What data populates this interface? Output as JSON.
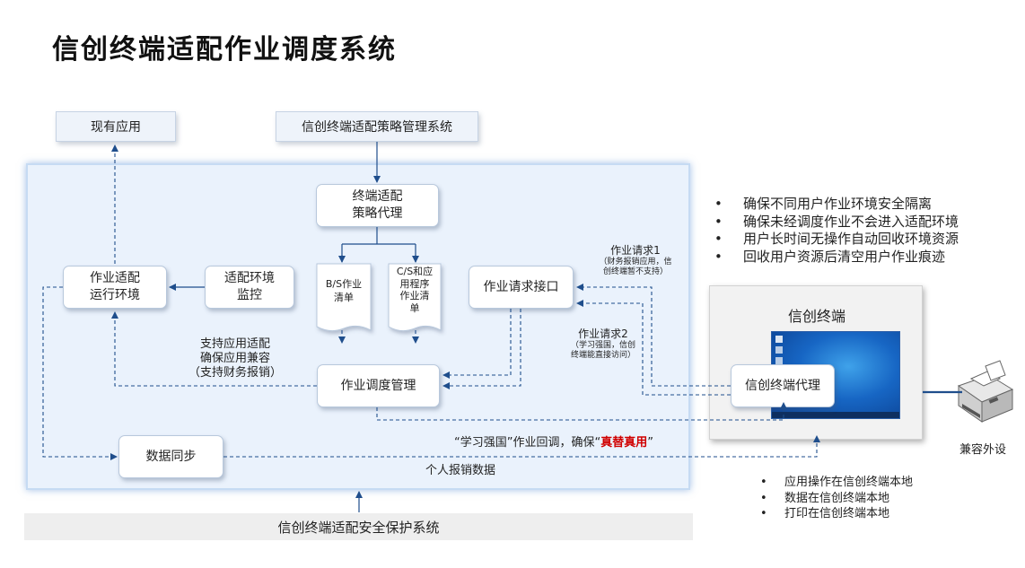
{
  "title": "信创终端适配作业调度系统",
  "existing_apps": "现有应用",
  "policy_system": "信创终端适配策略管理系统",
  "policy_agent": {
    "line1": "终端适配",
    "line2": "策略代理"
  },
  "bs_list": {
    "line1": "B/S作业",
    "line2": "清单"
  },
  "cs_list": {
    "line1": "C/S和应",
    "line2": "用程序",
    "line3": "作业清",
    "line4": "单"
  },
  "run_env": {
    "line1": "作业适配",
    "line2": "运行环境"
  },
  "env_monitor": {
    "line1": "适配环境",
    "line2": "监控"
  },
  "request_api": "作业请求接口",
  "scheduler": "作业调度管理",
  "data_sync": "数据同步",
  "support_note": {
    "line1": "支持应用适配",
    "line2": "确保应用兼容",
    "line3": "（支持财务报销）"
  },
  "callback_note": {
    "prefix": "“学习强国”作业回调，确保“",
    "highlight": "真替真用",
    "suffix": "”"
  },
  "reimburse_data": "个人报销数据",
  "req1": {
    "label": "作业请求1",
    "sub1": "（财务报销应用，信",
    "sub2": "创终端暂不支持）"
  },
  "req2": {
    "label": "作业请求2",
    "sub1": "（学习强国，信创",
    "sub2": "终端能直接访问）"
  },
  "terminal": {
    "title": "信创终端",
    "agent": "信创终端代理"
  },
  "peripheral": "兼容外设",
  "security_system": "信创终端适配安全保护系统",
  "right_bullets": [
    "确保不同用户作业环境安全隔离",
    "确保未经调度作业不会进入适配环境",
    "用户长时间无操作自动回收环境资源",
    "回收用户资源后清空用户作业痕迹"
  ],
  "bottom_bullets": [
    "应用操作在信创终端本地",
    "数据在信创终端本地",
    "打印在信创终端本地"
  ],
  "icons": {
    "printer": "printer-icon",
    "desktop": "desktop-screenshot-icon"
  },
  "colors": {
    "arrow": "#1f4e8c",
    "panel": "#eaf2fc",
    "highlight": "#d00000"
  }
}
